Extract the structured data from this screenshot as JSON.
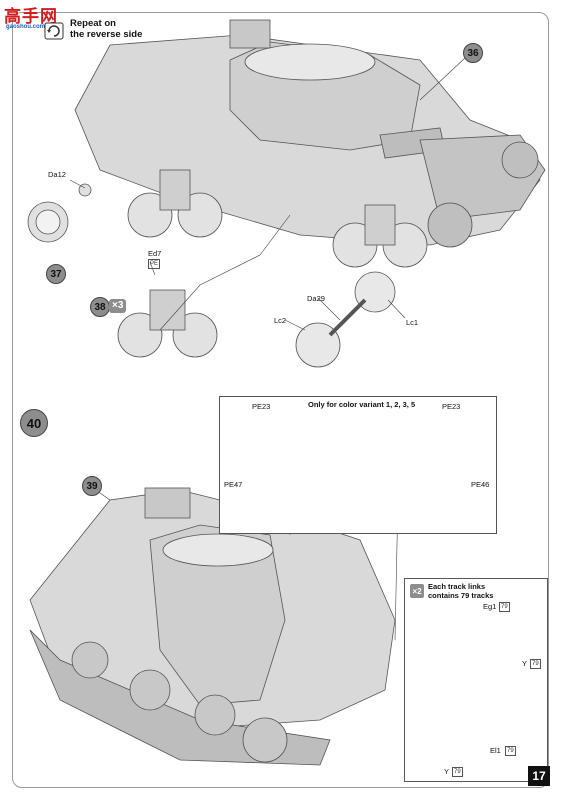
{
  "watermark": {
    "text": "高手网",
    "url": "gaoshou.com"
  },
  "header": {
    "repeat_note_line1": "Repeat on",
    "repeat_note_line2": "the reverse side"
  },
  "steps": {
    "s36": "36",
    "s37": "37",
    "s38": "38",
    "s38_multiplier": "×3",
    "s39": "39",
    "s40": "40"
  },
  "parts": {
    "da12": "Da12",
    "ed7": "Ed7",
    "ed7_tag": "PE",
    "da29": "Da29",
    "lc1": "Lc1",
    "lc2": "Lc2",
    "pe23_left": "PE23",
    "pe23_right": "PE23",
    "pe47": "PE47",
    "pe46": "PE46",
    "eg1": "Eg1",
    "eg1_tag": "79",
    "y_top": "Y",
    "y_top_tag": "79",
    "y_bottom": "Y",
    "y_bottom_tag": "79",
    "el1": "El1",
    "el1_tag": "79"
  },
  "variant_box": {
    "title": "Only for color variant 1, 2, 3, 5"
  },
  "track_box": {
    "multiplier": "×2",
    "note_line1": "Each track links",
    "note_line2": "contains 79 tracks"
  },
  "page": {
    "number": "17"
  }
}
